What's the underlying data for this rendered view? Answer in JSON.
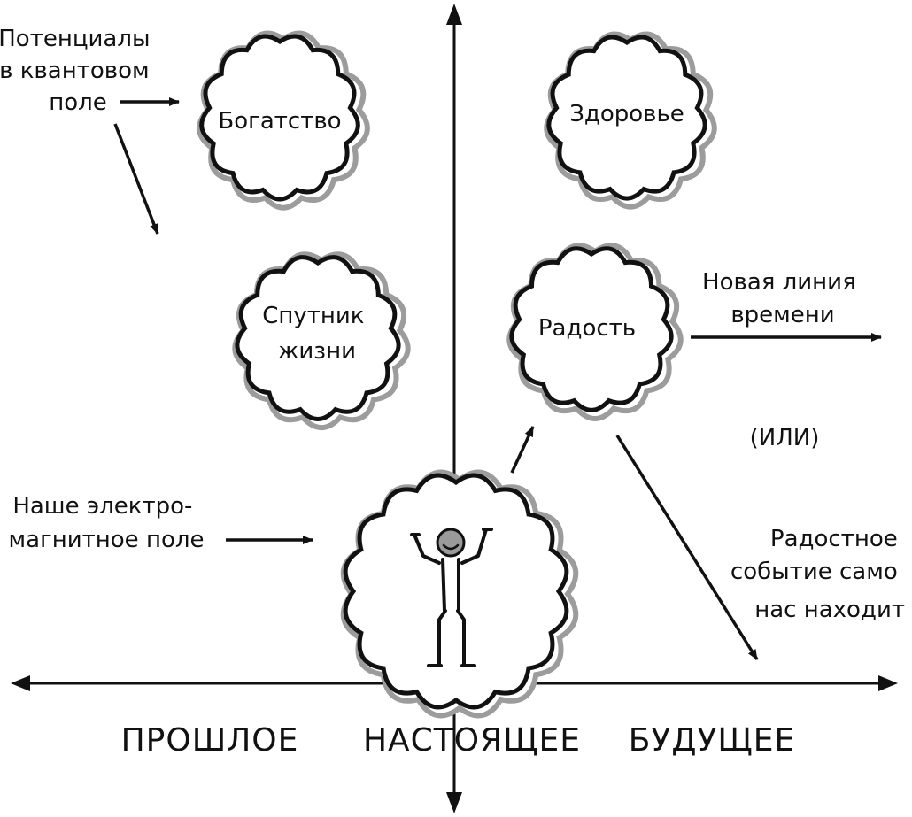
{
  "labels": {
    "potentials": [
      "Потенциалы",
      "в квантовом",
      "поле"
    ],
    "em_field": [
      "Наше электро-",
      "магнитное поле"
    ],
    "new_timeline": [
      "Новая линия",
      "времени"
    ],
    "or": "(ИЛИ)",
    "joyful_event": [
      "Радостное",
      "событие само",
      "нас находит"
    ]
  },
  "clouds": {
    "wealth": [
      "Богатство"
    ],
    "health": [
      "Здоровье"
    ],
    "partner": [
      "Спутник",
      "жизни"
    ],
    "joy": [
      "Радость"
    ]
  },
  "axis": {
    "past": "ПРОШЛОЕ",
    "present": "НАСТОЯЩЕЕ",
    "future": "БУДУЩЕЕ"
  }
}
